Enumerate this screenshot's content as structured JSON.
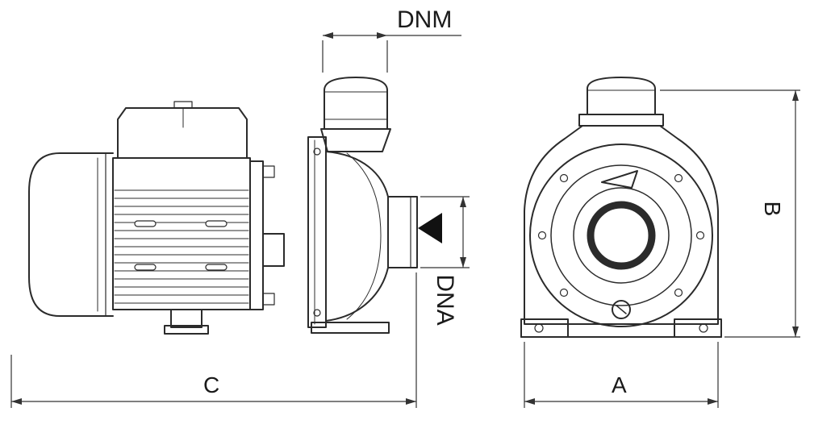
{
  "diagram": {
    "type": "technical-dimension-drawing",
    "subject": "centrifugal pump, side view and front view"
  },
  "dimensions": {
    "dnm": "DNM",
    "dna": "DNA",
    "c": "C",
    "a": "A",
    "b": "B"
  },
  "colors": {
    "line": "#2b2b2b",
    "dimension_line": "#333333",
    "flow_arrow": "#111111",
    "background": "#ffffff",
    "text": "#1a1a1a"
  }
}
